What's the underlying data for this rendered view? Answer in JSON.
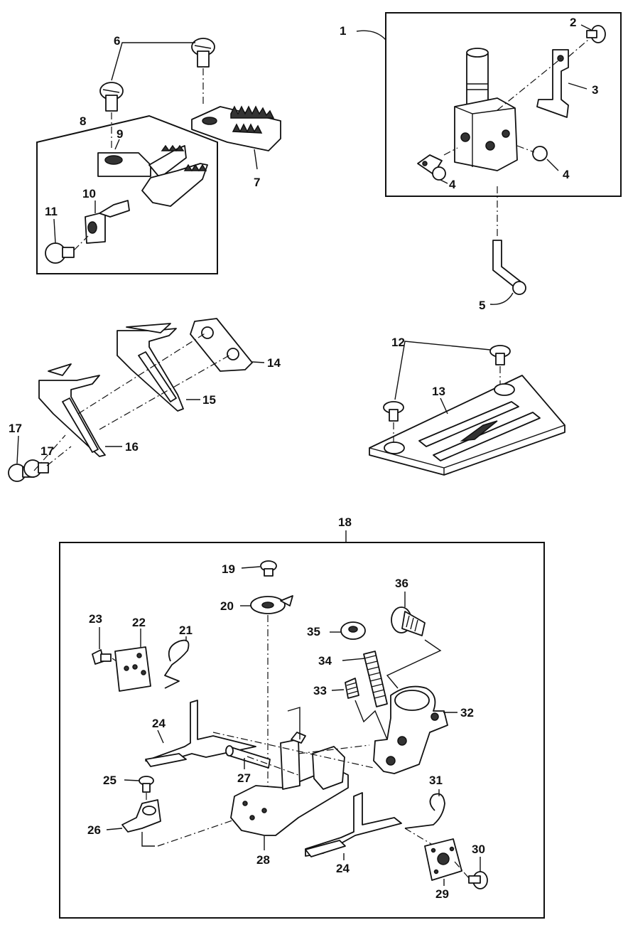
{
  "diagram": {
    "labels": {
      "l1": "1",
      "l2": "2",
      "l3": "3",
      "l4a": "4",
      "l4b": "4",
      "l5": "5",
      "l6": "6",
      "l7": "7",
      "l8": "8",
      "l9": "9",
      "l10": "10",
      "l11": "11",
      "l12": "12",
      "l13": "13",
      "l14": "14",
      "l15": "15",
      "l16": "16",
      "l17a": "17",
      "l17b": "17",
      "l18": "18",
      "l19": "19",
      "l20": "20",
      "l21": "21",
      "l22": "22",
      "l23": "23",
      "l24a": "24",
      "l24b": "24",
      "l25": "25",
      "l26": "26",
      "l27": "27",
      "l28": "28",
      "l29": "29",
      "l30": "30",
      "l31": "31",
      "l32": "32",
      "l33": "33",
      "l34": "34",
      "l35": "35",
      "l36": "36"
    }
  }
}
